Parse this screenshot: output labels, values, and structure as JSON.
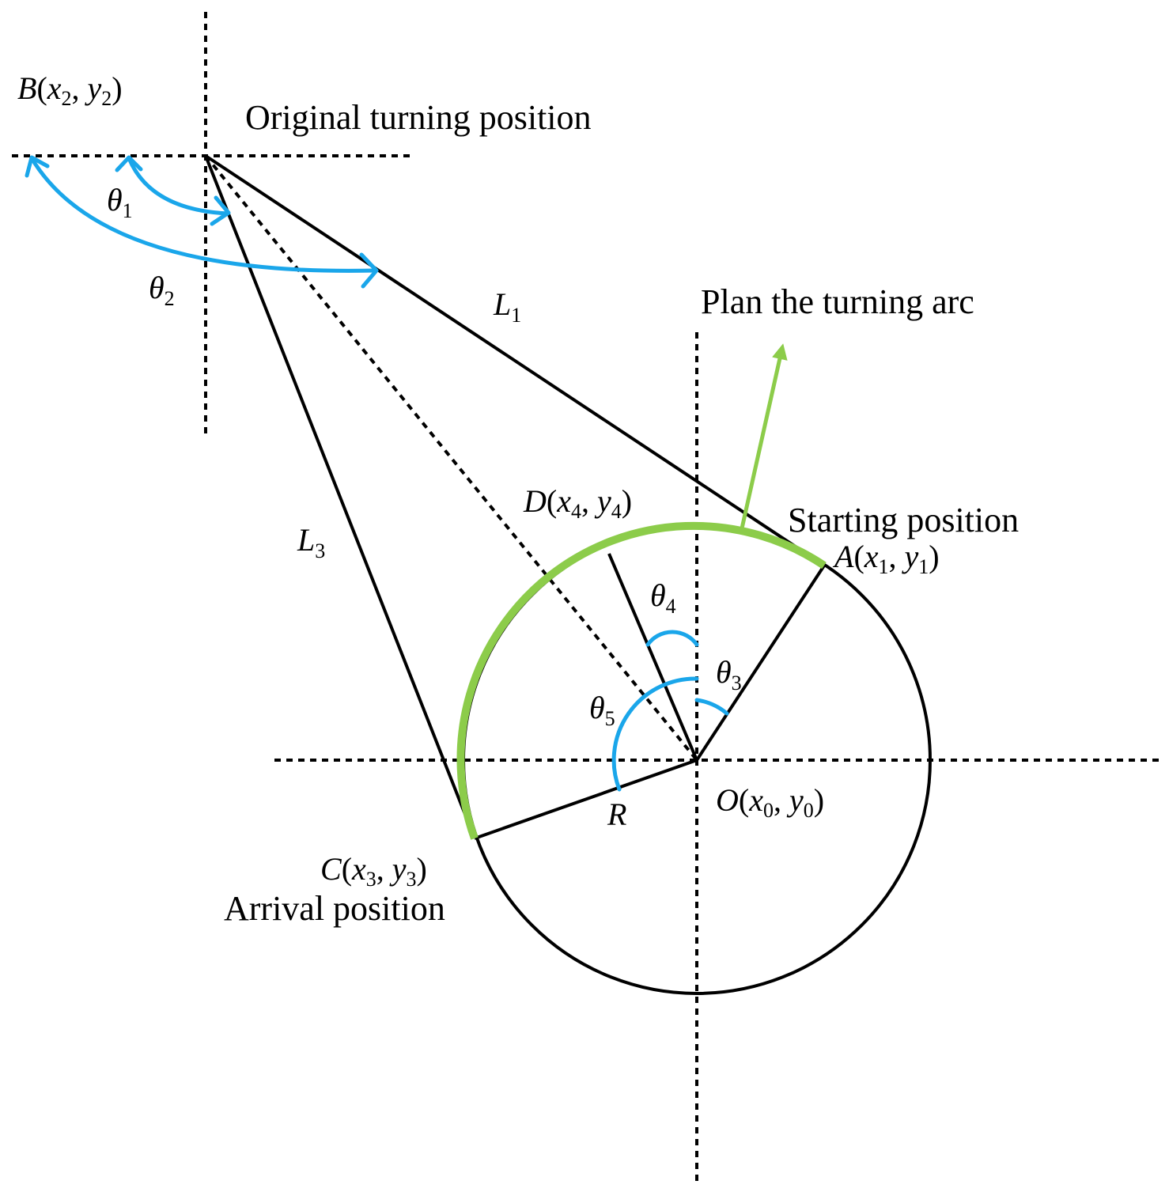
{
  "captions": {
    "original": "Original turning position",
    "plan": "Plan the turning arc",
    "starting": "Starting position",
    "arrival": "Arrival position"
  },
  "points": {
    "B": {
      "name": "B",
      "x": "x",
      "xi": "2",
      "y": "y",
      "yi": "2"
    },
    "D": {
      "name": "D",
      "x": "x",
      "xi": "4",
      "y": "y",
      "yi": "4"
    },
    "A": {
      "name": "A",
      "x": "x",
      "xi": "1",
      "y": "y",
      "yi": "1"
    },
    "O": {
      "name": "O",
      "x": "x",
      "xi": "0",
      "y": "y",
      "yi": "0"
    },
    "C": {
      "name": "C",
      "x": "x",
      "xi": "3",
      "y": "y",
      "yi": "3"
    }
  },
  "angles": {
    "t1": {
      "sym": "θ",
      "sub": "1"
    },
    "t2": {
      "sym": "θ",
      "sub": "2"
    },
    "t3": {
      "sym": "θ",
      "sub": "3"
    },
    "t4": {
      "sym": "θ",
      "sub": "4"
    },
    "t5": {
      "sym": "θ",
      "sub": "5"
    }
  },
  "lengths": {
    "L1": {
      "sym": "L",
      "sub": "1"
    },
    "L3": {
      "sym": "L",
      "sub": "3"
    },
    "R": "R"
  },
  "colors": {
    "angle_arcs": "#1aa6ea",
    "turning_arc": "#8ccc4a",
    "lines": "#000000"
  }
}
